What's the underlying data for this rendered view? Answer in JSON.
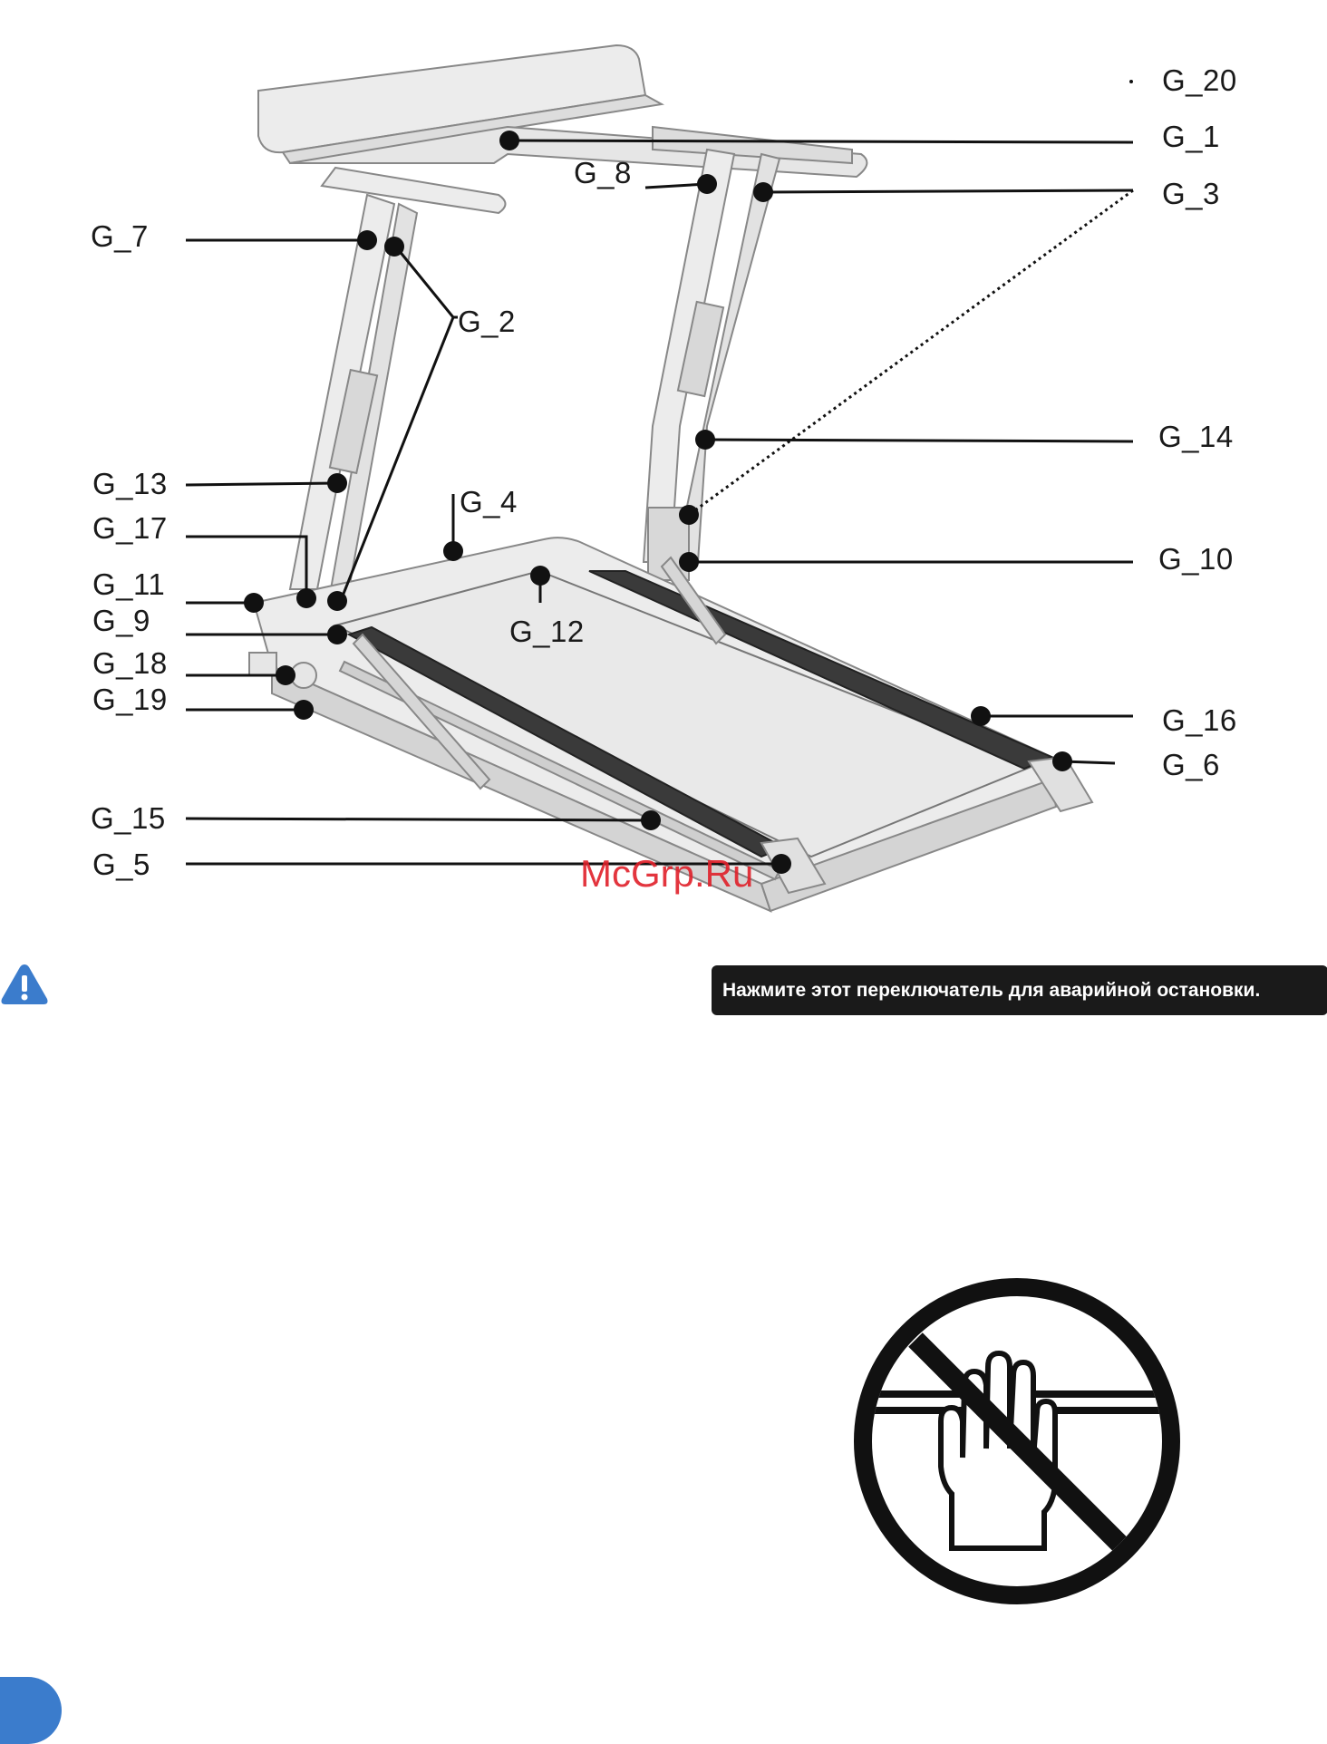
{
  "diagram": {
    "labels": {
      "g20": "G_20",
      "g1": "G_1",
      "g8": "G_8",
      "g3": "G_3",
      "g7": "G_7",
      "g2": "G_2",
      "g14": "G_14",
      "g13": "G_13",
      "g4": "G_4",
      "g17": "G_17",
      "g10": "G_10",
      "g11": "G_11",
      "g9": "G_9",
      "g12": "G_12",
      "g18": "G_18",
      "g19": "G_19",
      "g16": "G_16",
      "g6": "G_6",
      "g15": "G_15",
      "g5": "G_5"
    },
    "watermark": "McGrp.Ru"
  },
  "notice": {
    "text": "Нажмите этот переключатель для аварийной остановки.",
    "background": "#1a1a1a"
  },
  "icons": {
    "warning": "warning-triangle-icon",
    "prohibition": "no-hand-icon",
    "warning_color": "#3b7ccc"
  }
}
